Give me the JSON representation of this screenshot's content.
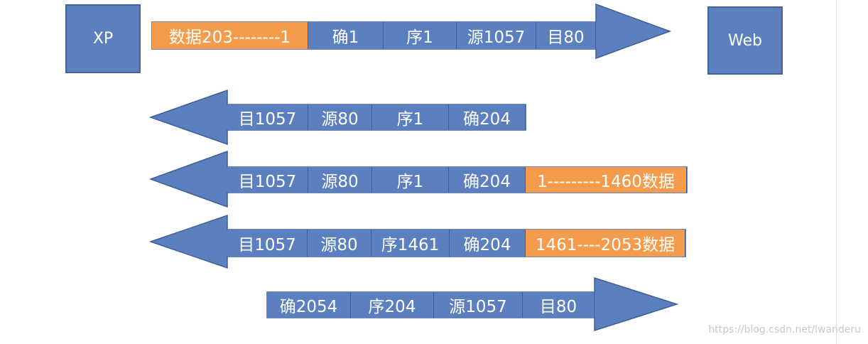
{
  "hosts": {
    "left": "XP",
    "right": "Web"
  },
  "colors": {
    "blue": "#5b7fbf",
    "blue_border": "#3d5f98",
    "orange": "#f59c4c"
  },
  "arrows": [
    {
      "direction": "right",
      "fields": [
        {
          "text": "数据203--------1",
          "kind": "data"
        },
        {
          "text": "确1",
          "kind": "plain"
        },
        {
          "text": "序1",
          "kind": "plain"
        },
        {
          "text": "源1057",
          "kind": "plain"
        },
        {
          "text": "目80",
          "kind": "plain"
        }
      ]
    },
    {
      "direction": "left",
      "fields": [
        {
          "text": "目1057",
          "kind": "plain"
        },
        {
          "text": "源80",
          "kind": "plain"
        },
        {
          "text": "序1",
          "kind": "plain"
        },
        {
          "text": "确204",
          "kind": "plain"
        }
      ]
    },
    {
      "direction": "left",
      "fields": [
        {
          "text": "目1057",
          "kind": "plain"
        },
        {
          "text": "源80",
          "kind": "plain"
        },
        {
          "text": "序1",
          "kind": "plain"
        },
        {
          "text": "确204",
          "kind": "plain"
        },
        {
          "text": "1---------1460数据",
          "kind": "data"
        }
      ]
    },
    {
      "direction": "left",
      "fields": [
        {
          "text": "目1057",
          "kind": "plain"
        },
        {
          "text": "源80",
          "kind": "plain"
        },
        {
          "text": "序1461",
          "kind": "plain"
        },
        {
          "text": "确204",
          "kind": "plain"
        },
        {
          "text": "1461----2053数据",
          "kind": "data"
        }
      ]
    },
    {
      "direction": "right",
      "fields": [
        {
          "text": "确2054",
          "kind": "plain"
        },
        {
          "text": "序204",
          "kind": "plain"
        },
        {
          "text": "源1057",
          "kind": "plain"
        },
        {
          "text": "目80",
          "kind": "plain"
        }
      ]
    }
  ],
  "watermark": "https://blog.csdn.net/lwanderu"
}
